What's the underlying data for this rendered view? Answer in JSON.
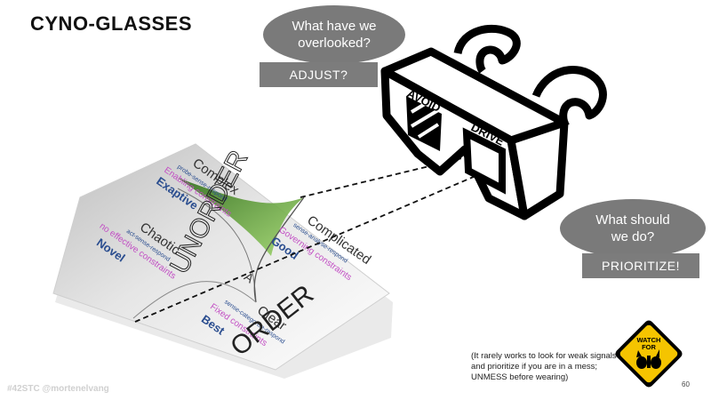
{
  "title": "CYNO-GLASSES",
  "bubble_top": {
    "line1": "What have we",
    "line2": "overlooked?"
  },
  "box_top": "ADJUST?",
  "bubble_right": {
    "line1": "What should",
    "line2": "we do?"
  },
  "box_right": "PRIORITIZE!",
  "glasses": {
    "left_lens": "AVOID",
    "right_lens": "DRIVE"
  },
  "framework": {
    "complex": {
      "title": "Complex",
      "method": "probe-sense-respond",
      "constraints": "Enabling constraints",
      "practice": "Exaptive"
    },
    "chaotic": {
      "title": "Chaotic",
      "method": "act-sense-respond",
      "constraints": "no effective constraints",
      "practice": "Novel"
    },
    "complicated": {
      "title": "Complicated",
      "method": "sense-analyse-respond",
      "constraints": "Governing constraints",
      "practice": "Good"
    },
    "clear": {
      "title": "Clear",
      "method": "sense-categorise-respond",
      "constraints": "Fixed constraints",
      "practice": "Best"
    },
    "center": "A",
    "unorder": "UNORDER",
    "order": "ORDER"
  },
  "note": "(It rarely works to look for weak signals and prioritize if you are in a mess; UNMESS before wearing)",
  "sign": {
    "line1": "WATCH",
    "line2": "FOR"
  },
  "footer": "#42STC @mortenelvang",
  "page_number": "60"
}
